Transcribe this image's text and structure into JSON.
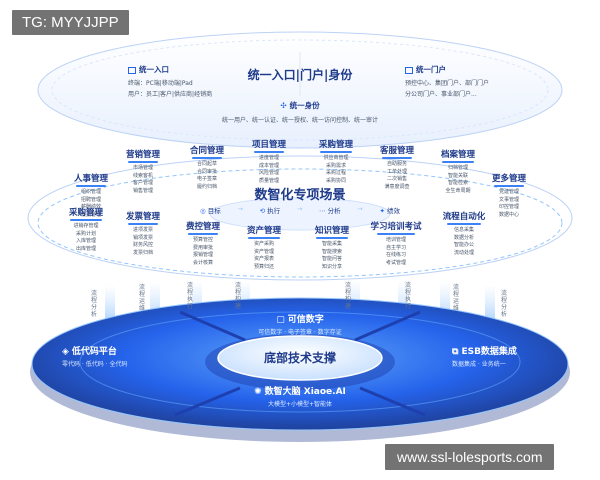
{
  "watermarks": {
    "top_left": "TG: MYYJJPP",
    "bottom_right": "www.ssl-lolesports.com"
  },
  "top": {
    "title": "统一入口|门户|身份",
    "entry": {
      "title": "统一入口",
      "line1": "终端：PC端|移动端|Pad",
      "line2": "用户：员工|客户|供应商|经销商"
    },
    "portal": {
      "title": "统一门户",
      "line1": "预控中心、集团门户、部门门户",
      "line2": "分公司门户、事业部门户..."
    },
    "identity": {
      "title": "统一身份",
      "line": "统一用户、统一认证、统一授权、统一访问控制、统一审计"
    }
  },
  "middle": {
    "title": "数智化专项场景",
    "steps": [
      "目标",
      "执行",
      "分析",
      "绩效"
    ]
  },
  "modules": [
    {
      "title": "营销管理",
      "items": [
        "市场管理",
        "线索客机",
        "客户管理",
        "销售管理"
      ]
    },
    {
      "title": "合同管理",
      "items": [
        "合同起草",
        "合同审批",
        "电子签章",
        "履约归档"
      ]
    },
    {
      "title": "项目管理",
      "items": [
        "进度管理",
        "成本管理",
        "风险管理",
        "质量管理"
      ]
    },
    {
      "title": "采购管理",
      "items": [
        "供应商管理",
        "采购需求",
        "采购过程",
        "采购协同"
      ]
    },
    {
      "title": "客服管理",
      "items": [
        "自助服务",
        "工单处理",
        "二次销售",
        "满意度调查"
      ]
    },
    {
      "title": "档案管理",
      "items": [
        "归档管理",
        "智能关联",
        "智能检索",
        "全生命周期"
      ]
    },
    {
      "title": "人事管理",
      "items": [
        "组织管理",
        "招聘管理",
        "薪酬绩效",
        "假勤管理"
      ]
    },
    {
      "title": "更多管理",
      "items": [
        "党建管理",
        "文事管理",
        "印控管理",
        "数据中心"
      ]
    },
    {
      "title": "采购管理",
      "items": [
        "进销存管理",
        "采购计划",
        "入库管理",
        "出库管理"
      ]
    },
    {
      "title": "发票管理",
      "items": [
        "进项发票",
        "销项发票",
        "财务风控",
        "发票归档"
      ]
    },
    {
      "title": "费控管理",
      "items": [
        "预算管控",
        "费用审批",
        "报销管理",
        "会计核算"
      ]
    },
    {
      "title": "资产管理",
      "items": [
        "资产采购",
        "资产管理",
        "资产报表",
        "预算归还"
      ]
    },
    {
      "title": "知识管理",
      "items": [
        "智能采集",
        "智能搜索",
        "智能问答",
        "知识分享"
      ]
    },
    {
      "title": "学习培训考试",
      "items": [
        "培训管理",
        "自主学习",
        "在线练习",
        "考试管理"
      ]
    },
    {
      "title": "流程自动化",
      "items": [
        "信息采集",
        "数据分析",
        "智能办公",
        "流动处理"
      ]
    }
  ],
  "flows": [
    "流程分析",
    "流程运维",
    "流程执行",
    "流程构建",
    "流程构建",
    "流程执行",
    "流程运维",
    "流程分析"
  ],
  "base": {
    "center": "底部技术支撑",
    "trusted": {
      "title": "可信数字",
      "sub": "可信数字 · 电子签章 · 数字存证"
    },
    "lowcode": {
      "title": "低代码平台",
      "sub": "零代码 · 低代码 · 全代码"
    },
    "esb": {
      "title": "ESB数据集成",
      "sub": "数据集成 · 业务统一"
    },
    "ai": {
      "title": "数智大脑 Xiaoe.AI",
      "sub": "大模型+小模型+智能体"
    }
  },
  "colors": {
    "accent": "#2563eb",
    "deep": "#1e3a8a",
    "base": "#1d4ed8",
    "plate": "#bfdbfe"
  }
}
